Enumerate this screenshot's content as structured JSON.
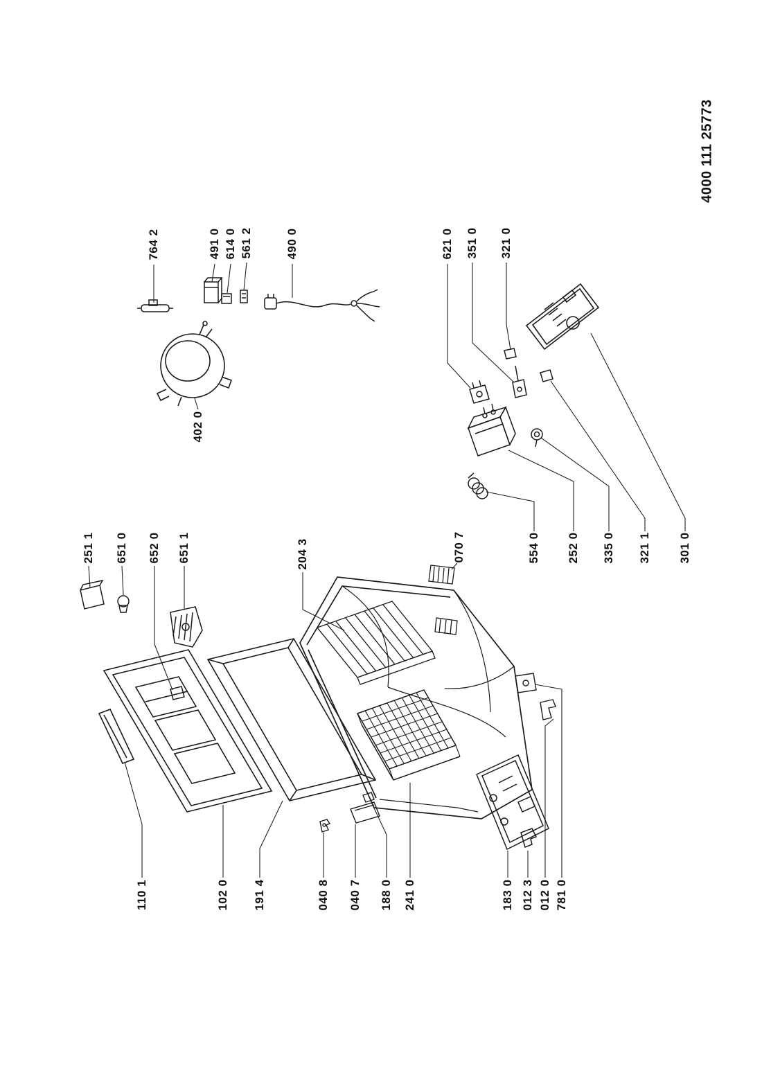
{
  "document": {
    "number": "4000 111 25773"
  },
  "colors": {
    "ink": "#1a1a1a",
    "background": "#ffffff"
  },
  "labels": [
    {
      "id": "764-2",
      "text": "764 2"
    },
    {
      "id": "491-0",
      "text": "491 0"
    },
    {
      "id": "614-0",
      "text": "614 0"
    },
    {
      "id": "561-2",
      "text": "561 2"
    },
    {
      "id": "490-0",
      "text": "490 0"
    },
    {
      "id": "621-0",
      "text": "621 0"
    },
    {
      "id": "351-0",
      "text": "351 0"
    },
    {
      "id": "321-0",
      "text": "321 0"
    },
    {
      "id": "402-0",
      "text": "402 0"
    },
    {
      "id": "251-1",
      "text": "251 1"
    },
    {
      "id": "651-0",
      "text": "651 0"
    },
    {
      "id": "652-0",
      "text": "652 0"
    },
    {
      "id": "651-1",
      "text": "651 1"
    },
    {
      "id": "204-3",
      "text": "204 3"
    },
    {
      "id": "070-7",
      "text": "070 7"
    },
    {
      "id": "554-0",
      "text": "554 0"
    },
    {
      "id": "252-0",
      "text": "252 0"
    },
    {
      "id": "335-0",
      "text": "335 0"
    },
    {
      "id": "321-1",
      "text": "321 1"
    },
    {
      "id": "301-0",
      "text": "301 0"
    },
    {
      "id": "110-1",
      "text": "110 1"
    },
    {
      "id": "102-0",
      "text": "102 0"
    },
    {
      "id": "191-4",
      "text": "191 4"
    },
    {
      "id": "040-8",
      "text": "040 8"
    },
    {
      "id": "040-7",
      "text": "040 7"
    },
    {
      "id": "188-0",
      "text": "188 0"
    },
    {
      "id": "241-0",
      "text": "241 0"
    },
    {
      "id": "183-0",
      "text": "183 0"
    },
    {
      "id": "012-3",
      "text": "012 3"
    },
    {
      "id": "012-0",
      "text": "012 0"
    },
    {
      "id": "781-0",
      "text": "781 0"
    }
  ]
}
